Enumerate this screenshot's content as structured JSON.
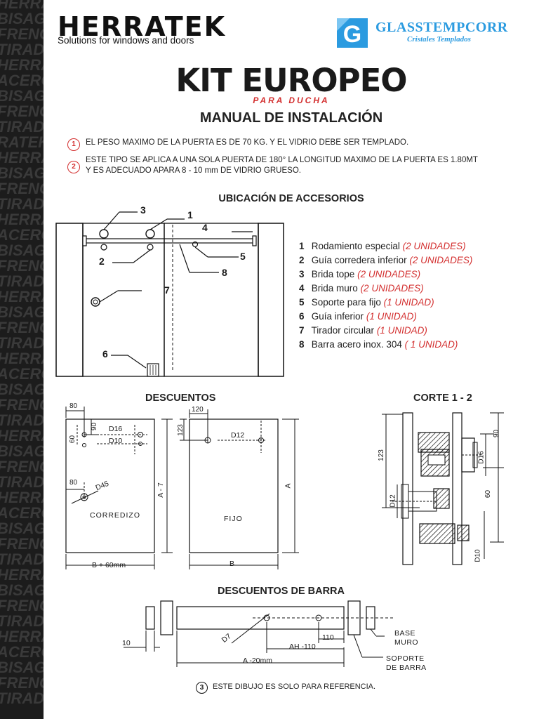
{
  "strip_words": [
    "HERRATEK",
    "BISAGRA",
    "FRENO",
    "TIRADOR",
    "HERRATEK",
    "ACERO",
    "BISAGRA",
    "FRENO",
    "TIRADOR",
    "RATEK",
    "HERRATEK",
    "BISAGRA",
    "FRENO",
    "TIRADOR",
    "HERRATEK",
    "ACERO",
    "BISAGRA",
    "FRENO",
    "TIRADOR",
    "HERRATEK",
    "BISAGRA",
    "FRENO",
    "TIRADOR",
    "HERRATEK",
    "ACERO",
    "BISAGRA",
    "FRENO",
    "TIRADOR",
    "HERRATEK",
    "BISAGRA",
    "FRENO",
    "TIRADOR",
    "HERRATEK",
    "ACERO",
    "BISAGRA",
    "FRENO",
    "TIRADOR",
    "HERRATEK",
    "BISAGRA",
    "FRENO",
    "TIRADOR",
    "HERRATEK",
    "ACERO",
    "BISAGRA",
    "FRENO",
    "TIRADOR"
  ],
  "header": {
    "brand": "HERRATEK",
    "brand_tagline": "Solutions for windows and doors",
    "partner_name": "GLASSTEMPCORR",
    "partner_tagline": "Cristales Templados",
    "partner_color": "#2b9be0"
  },
  "title": "KIT EUROPEO",
  "subtitle": "PARA DUCHA",
  "manual_title": "MANUAL DE INSTALACIÓN",
  "notes": [
    {
      "num": "1",
      "lines": [
        "EL PESO MAXIMO DE LA PUERTA ES DE 70 KG. Y EL VIDRIO DEBE SER TEMPLADO."
      ]
    },
    {
      "num": "2",
      "lines": [
        "ESTE TIPO SE APLICA A UNA SOLA PUERTA DE 180° LA LONGITUD MAXIMO DE LA PUERTA ES 1.80MT",
        "Y ES ADECUADO APARA 8 - 10 mm DE VIDRIO GRUESO."
      ]
    }
  ],
  "accent_color": "#d32f2f",
  "accessories_title": "UBICACIÓN DE ACCESORIOS",
  "accessories": [
    {
      "num": "1",
      "name": "Rodamiento especial",
      "qty": "(2 UNIDADES)"
    },
    {
      "num": "2",
      "name": "Guía corredera inferior",
      "qty": "(2 UNIDADES)"
    },
    {
      "num": "3",
      "name": " Brida tope",
      "qty": "(2 UNIDADES)"
    },
    {
      "num": "4",
      "name": "Brida muro",
      "qty": "(2 UNIDADES)"
    },
    {
      "num": "5",
      "name": "Soporte para fijo",
      "qty": "(1 UNIDAD)"
    },
    {
      "num": "6",
      "name": "Guía inferior",
      "qty": "(1 UNIDAD)"
    },
    {
      "num": "7",
      "name": "Tirador circular",
      "qty": "(1 UNIDAD)"
    },
    {
      "num": "8",
      "name": "Barra acero inox. 304",
      "qty": "( 1 UNIDAD)"
    }
  ],
  "diagram_callouts": [
    "1",
    "2",
    "3",
    "4",
    "5",
    "6",
    "7",
    "8"
  ],
  "descuentos": {
    "title": "DESCUENTOS",
    "corredizo": {
      "label": "CORREDIZO",
      "d80_top": "80",
      "d90": "90",
      "d60": "60",
      "d16": "D16",
      "d10": "D10",
      "d80_mid": "80",
      "d45": "D45",
      "height": "A - 7",
      "width": "B + 60mm"
    },
    "fijo": {
      "label": "FIJO",
      "d120": "120",
      "d123": "123",
      "d12": "D12",
      "height": "A",
      "width": "B"
    }
  },
  "corte": {
    "title": "CORTE 1 - 2",
    "d123": "123",
    "d12": "D12",
    "d90": "90",
    "d16": "D16",
    "d60": "60",
    "d10": "D10"
  },
  "barra": {
    "title": "DESCUENTOS  DE BARRA",
    "d10": "10",
    "d7": "D7",
    "d110": "110",
    "ah": "AH -110",
    "a20": "A -20mm",
    "base_muro": [
      "BASE",
      "MURO"
    ],
    "soporte": [
      "SOPORTE",
      "DE BARRA"
    ]
  },
  "reference": {
    "num": "3",
    "text": "ESTE DIBUJO ES SOLO PARA REFERENCIA."
  }
}
